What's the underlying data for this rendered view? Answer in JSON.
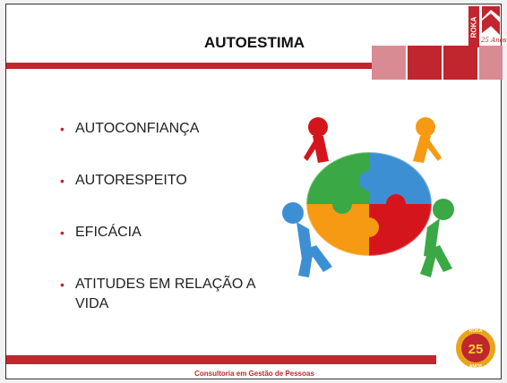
{
  "slide": {
    "title": "AUTOESTIMA",
    "bullets": [
      "AUTOCONFIANÇA",
      "AUTORESPEITO",
      "EFICÁCIA",
      "ATITUDES EM RELAÇÃO A VIDA"
    ],
    "bullet_marker": "•",
    "footer": "Consultoria em Gestão de Pessoas"
  },
  "logo": {
    "brand": "ROKA",
    "script": "25 Anos"
  },
  "badge": {
    "top_text": "ROKA",
    "number": "25",
    "bottom_text": "ANOS"
  },
  "colors": {
    "accent": "#c0262e",
    "accent_light": "#d98b94",
    "piece_green": "#3aa845",
    "piece_blue": "#3d8fd4",
    "piece_orange": "#f59a12",
    "piece_red": "#d4161c"
  },
  "icons": {
    "puzzle_image": "teamwork-puzzle-illustration",
    "badge_image": "anniversary-seal"
  }
}
